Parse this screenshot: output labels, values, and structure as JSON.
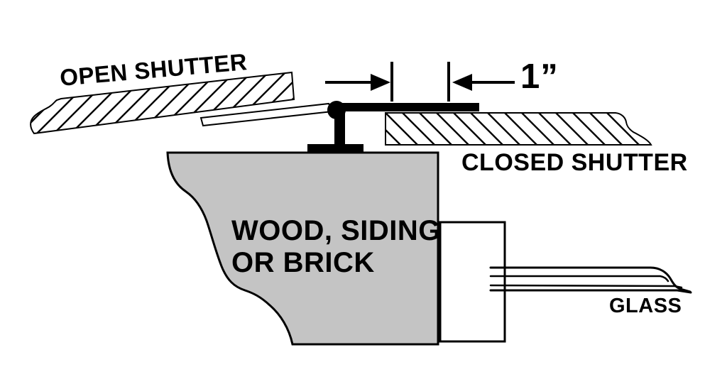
{
  "diagram": {
    "type": "technical-cross-section",
    "subject": "shutter mounting detail on wall with window",
    "labels": {
      "open_shutter": "OPEN SHUTTER",
      "closed_shutter": "CLOSED SHUTTER",
      "wall_line1": "WOOD, SIDING",
      "wall_line2": "OR BRICK",
      "glass": "GLASS",
      "dimension": "1”"
    },
    "dimension_note": "1 inch spacing marked by opposing arrows over mounting rail",
    "colors": {
      "ink": "#000000",
      "wall_fill": "#c4c4c4",
      "shutter_fill": "#ffffff",
      "background": "#ffffff"
    }
  }
}
